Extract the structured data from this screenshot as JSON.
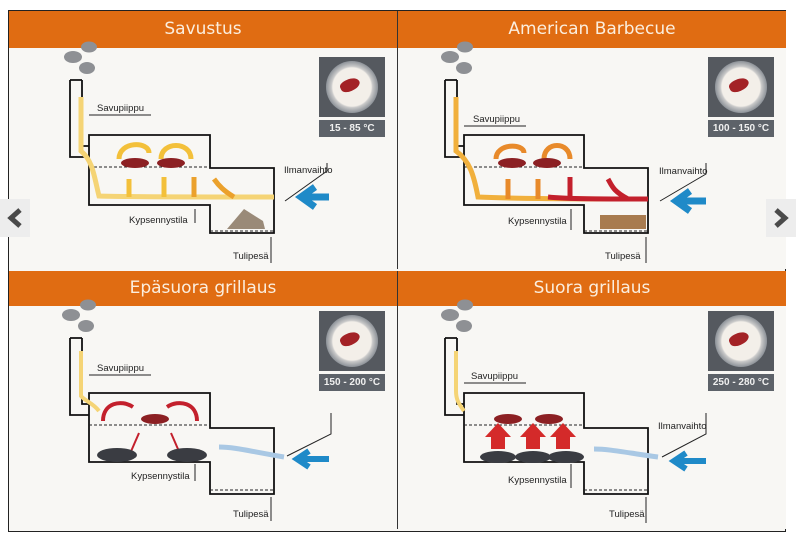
{
  "navigation": {
    "prev_icon": "chevron-left-icon",
    "next_icon": "chevron-right-icon"
  },
  "colors": {
    "header_bg": "#e06c12",
    "header_text": "#fbeede",
    "airflow_blue": "#1f8ac8",
    "heat_yellow": "#f3c03a",
    "heat_orange": "#e88a2a",
    "heat_red": "#c3202c"
  },
  "panels": [
    {
      "title": "Savustus",
      "temperature": "15 - 85 °C",
      "labels": {
        "chimney": "Savupiippu",
        "cooking_chamber": "Kypsennystila",
        "firebox": "Tulipesä",
        "vent": "Ilmanvaihto"
      },
      "fuel": "smoke-wood-chips",
      "heat_style": "yellow-convection"
    },
    {
      "title": "American Barbecue",
      "temperature": "100 - 150 °C",
      "labels": {
        "chimney": "Savupiippu",
        "cooking_chamber": "Kypsennystila",
        "firebox": "Tulipesä",
        "vent": "Ilmanvaihto"
      },
      "fuel": "firewood-logs",
      "heat_style": "red-orange-convection"
    },
    {
      "title": "Epäsuora grillaus",
      "temperature": "150 - 200 °C",
      "labels": {
        "chimney": "Savupiippu",
        "cooking_chamber": "Kypsennystila",
        "firebox": "Tulipesä",
        "vent": ""
      },
      "fuel": "charcoal-sides",
      "heat_style": "indirect-red-curves"
    },
    {
      "title": "Suora grillaus",
      "temperature": "250 - 280 °C",
      "labels": {
        "chimney": "Savupiippu",
        "cooking_chamber": "Kypsennystila",
        "firebox": "Tulipesä",
        "vent": "Ilmanvaihto"
      },
      "fuel": "charcoal-under",
      "heat_style": "direct-red-up"
    }
  ]
}
